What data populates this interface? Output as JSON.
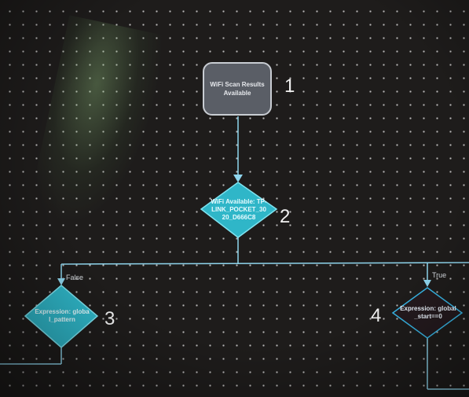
{
  "flow": {
    "start": {
      "label": "WiFi Scan Results Available"
    },
    "decision_wifi": {
      "label": "WiFi Available: TP-LINK_POCKET_3020_D666C8"
    },
    "decision_false": {
      "label": "Expression: global_pattern"
    },
    "decision_true": {
      "label": "Expression: global_start==0"
    },
    "edges": {
      "false_label": "False",
      "true_label": "True"
    }
  },
  "callouts": [
    "1",
    "2",
    "3",
    "4"
  ],
  "colors": {
    "canvas": "#1e1c1b",
    "wire": "#8fd6ee",
    "decision_fill": "#2fb6c8",
    "decision_true_stroke": "#38b6e6",
    "start_fill": "#5a5e66"
  }
}
